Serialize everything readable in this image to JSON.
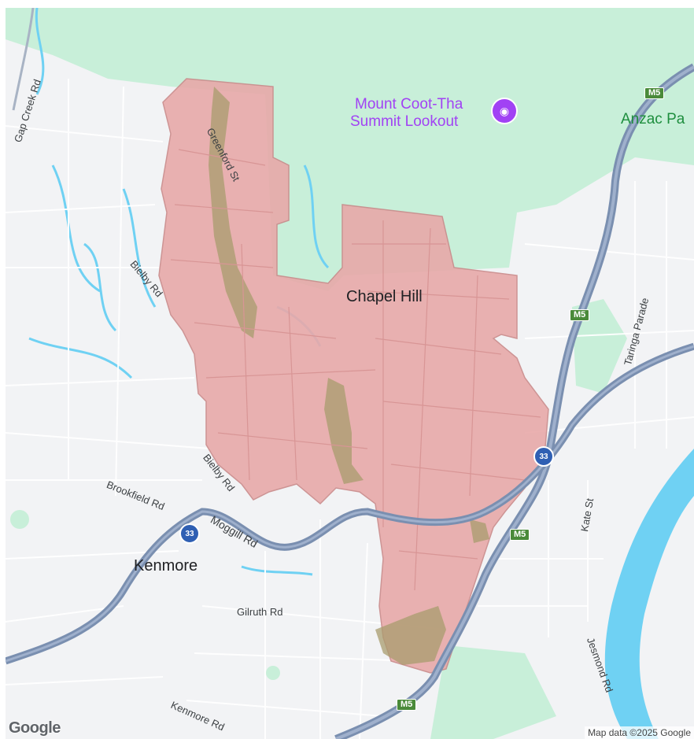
{
  "map": {
    "suburb_main": "Chapel Hill",
    "suburb_secondary": "Kenmore",
    "poi": {
      "line1": "Mount Coot-Tha",
      "line2": "Summit Lookout",
      "icon": "camera-icon"
    },
    "park_label": "Anzac Pa",
    "roads": {
      "gap_creek": "Gap Creek Rd",
      "greenford": "Greenford St",
      "bielby_upper": "Bielby Rd",
      "bielby_lower": "Bielby Rd",
      "brookfield": "Brookfield Rd",
      "moggill": "Moggill Rd",
      "gilruth": "Gilruth Rd",
      "kenmore": "Kenmore Rd",
      "taringa": "Taringa Parade",
      "kate": "Kate St",
      "jesmond": "Jesmond Rd"
    },
    "shields": {
      "m5_top": "M5",
      "m5_mid": "M5",
      "m5_low": "M5",
      "m5_bottom": "M5",
      "r33_a": "33",
      "r33_b": "33"
    },
    "attribution": "Map data ©2025 Google",
    "logo": "Google",
    "colors": {
      "highlight_fill": "#e8a9a9",
      "highlight_stroke": "#c98a8a",
      "park": "#c8efd9",
      "water": "#6fd1f3",
      "motorway": "#7a8fb0",
      "land": "#f2f3f5"
    }
  }
}
